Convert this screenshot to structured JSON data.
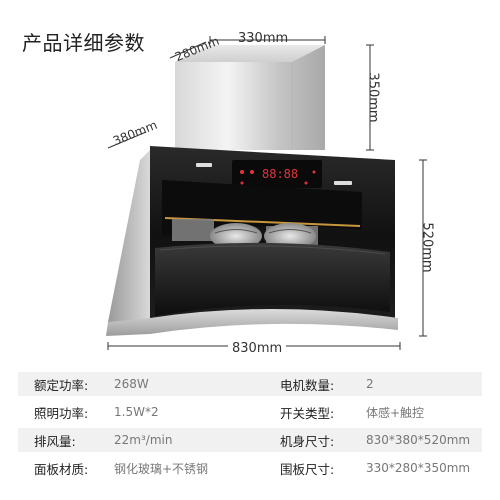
{
  "page_title": "产品详细参数",
  "dimensions": {
    "chimney_depth": "280mm",
    "chimney_width": "330mm",
    "chimney_height": "350mm",
    "body_depth": "380mm",
    "body_height": "520mm",
    "body_width": "830mm"
  },
  "specs": [
    {
      "label": "额定功率:",
      "value": "268W",
      "label2": "电机数量:",
      "value2": "2"
    },
    {
      "label": "照明功率:",
      "value": "1.5W*2",
      "label2": "开关类型:",
      "value2": "体感+触控"
    },
    {
      "label": "排风量:",
      "value": "22m³/min",
      "label2": "机身尺寸:",
      "value2": "830*380*520mm"
    },
    {
      "label": "面板材质:",
      "value": "钢化玻璃+不锈钢",
      "label2": "围板尺寸:",
      "value2": "330*280*350mm"
    }
  ],
  "colors": {
    "panel_black": "#1a1a1a",
    "steel": "#c9c9c9",
    "accent_gold": "#c8963c",
    "display_red": "#e0353a"
  }
}
